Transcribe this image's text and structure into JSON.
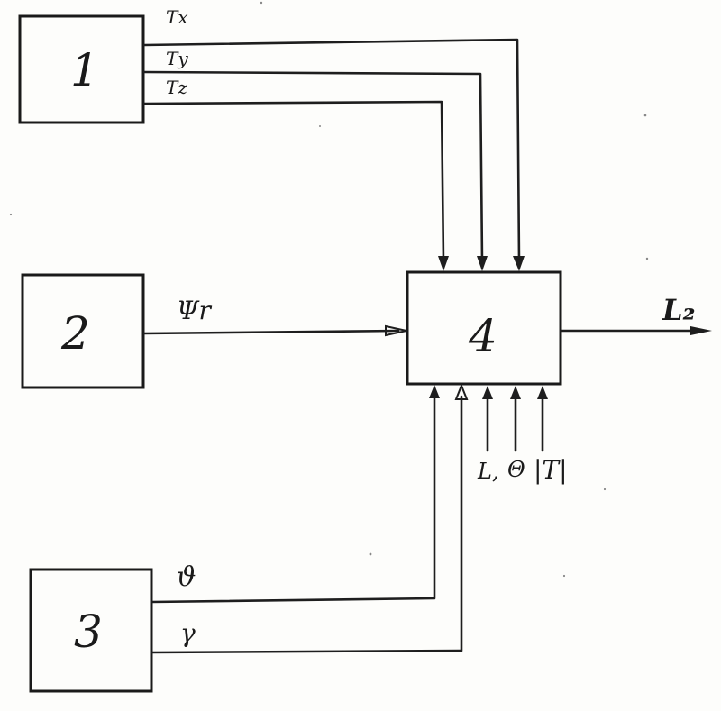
{
  "blocks": {
    "b1": "1",
    "b2": "2",
    "b3": "3",
    "b4": "4"
  },
  "signals": {
    "tx": "Tx",
    "ty": "Ty",
    "tz": "Tz",
    "psi": "Ψr",
    "theta": "ϑ",
    "gamma": "γ",
    "in_l": "L,",
    "in_theta": "Θ",
    "in_t": "|T|",
    "output": "L₂"
  }
}
